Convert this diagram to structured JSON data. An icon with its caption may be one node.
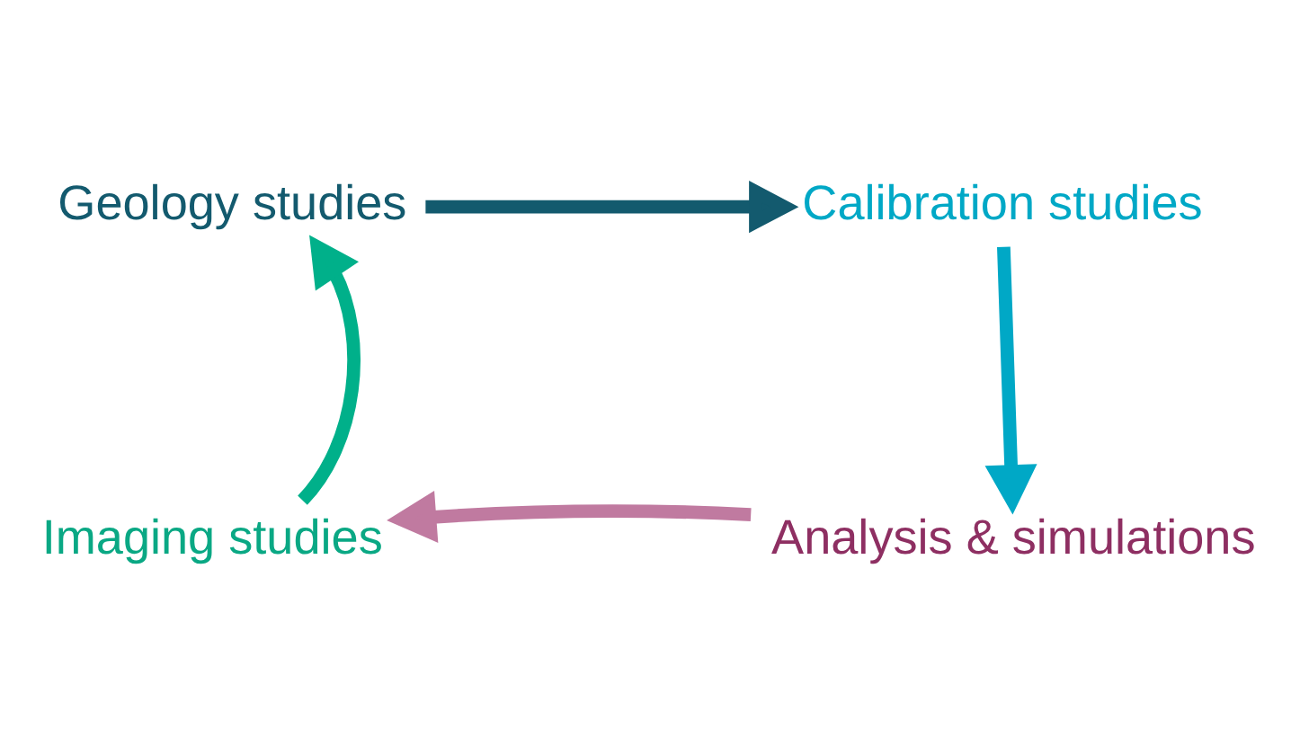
{
  "diagram": {
    "nodes": [
      {
        "text": [
          "Geology studies"
        ]
      },
      {
        "text": [
          "Calibration studies"
        ]
      },
      {
        "text": [
          "Analysis & simulations"
        ]
      },
      {
        "text": [
          "Imaging studies"
        ]
      }
    ],
    "edges": [
      {
        "from": 0,
        "to": 1,
        "arrow": "to",
        "color": "#135a6e"
      },
      {
        "from": 1,
        "to": 2,
        "arrow": "to",
        "color": "#00a8c6"
      },
      {
        "from": 2,
        "to": 3,
        "arrow": "to",
        "color": "#c07aa0"
      },
      {
        "from": 3,
        "to": 0,
        "arrow": "to",
        "color": "#00b08a"
      }
    ]
  }
}
